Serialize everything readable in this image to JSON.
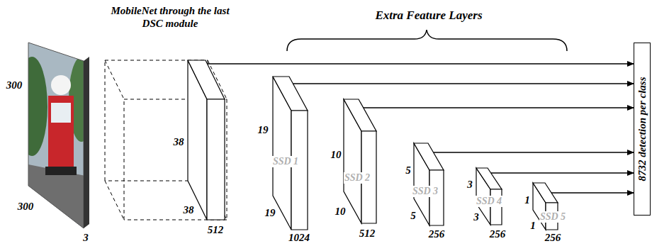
{
  "diagram": {
    "nodes": [
      {
        "text": [
          "MobileNet through the last DSC module"
        ]
      },
      {
        "text": [
          "38",
          "38",
          "512"
        ],
        "in": 0
      },
      {
        "text": [
          "SSD 1",
          "19",
          "19",
          "1024"
        ]
      },
      {
        "text": [
          "SSD 2",
          "10",
          "10",
          "512"
        ]
      },
      {
        "text": [
          "SSD 3",
          "5",
          "5",
          "256"
        ]
      },
      {
        "text": [
          "SSD 4",
          "3",
          "3",
          "256"
        ]
      },
      {
        "text": [
          "SSD 5",
          "1",
          "1",
          "256"
        ]
      },
      {
        "text": [
          "8732 detection per class"
        ]
      }
    ],
    "edges": [
      {
        "from": 1,
        "to": 7,
        "arrow": "to"
      },
      {
        "from": 2,
        "to": 7,
        "arrow": "to"
      },
      {
        "from": 3,
        "to": 7,
        "arrow": "to"
      },
      {
        "from": 4,
        "to": 7,
        "arrow": "to"
      },
      {
        "from": 5,
        "to": 7,
        "arrow": "to"
      },
      {
        "from": 6,
        "to": 7,
        "arrow": "to"
      }
    ],
    "labels": [
      "300",
      "300",
      "3",
      "Extra Feature Layers"
    ]
  }
}
